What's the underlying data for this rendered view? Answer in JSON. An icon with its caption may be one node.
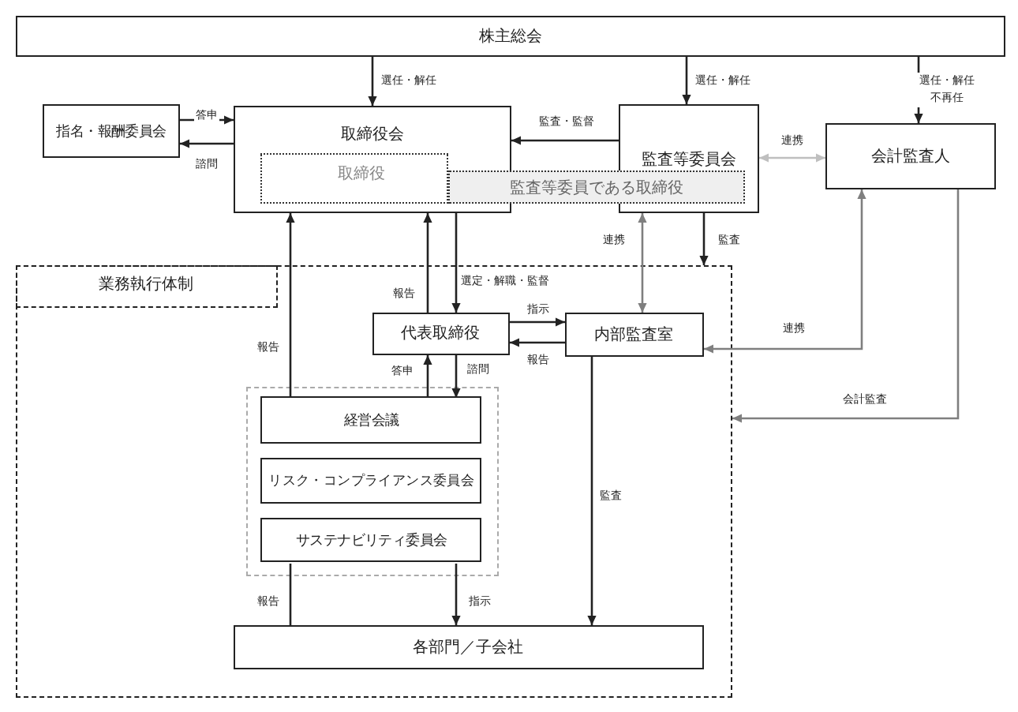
{
  "diagram": {
    "nodes": [
      {
        "text": [
          "株主総会"
        ]
      },
      {
        "text": [
          "指名・報酬委員会"
        ]
      },
      {
        "text": [
          "取締役会"
        ]
      },
      {
        "text": [
          "取締役"
        ],
        "in": 2
      },
      {
        "text": [
          "監査等委員会"
        ]
      },
      {
        "text": [
          "監査等委員である取締役"
        ]
      },
      {
        "text": [
          "会計監査人"
        ]
      },
      {
        "text": [
          "業務執行体制"
        ]
      },
      {
        "text": [
          "代表取締役"
        ],
        "in": 7
      },
      {
        "text": [
          "内部監査室"
        ],
        "in": 7
      },
      {
        "text": [],
        "shape": "box",
        "in": 7
      },
      {
        "text": [
          "経営会議"
        ],
        "in": 10
      },
      {
        "text": [
          "リスク・コンプライアンス委員会"
        ],
        "in": 10
      },
      {
        "text": [
          "サステナビリティ委員会"
        ],
        "in": 10
      },
      {
        "text": [
          "各部門／子会社"
        ],
        "in": 7
      }
    ],
    "edges": [
      {
        "from": 0,
        "to": 2,
        "arrow": "to",
        "label": "選任・解任"
      },
      {
        "from": 0,
        "to": 4,
        "arrow": "to",
        "label": "選任・解任"
      },
      {
        "from": 0,
        "to": 6,
        "arrow": "to",
        "label": "選任・解任不再任"
      },
      {
        "from": 1,
        "to": 2,
        "arrow": "to",
        "label": "答申"
      },
      {
        "from": 2,
        "to": 1,
        "arrow": "to",
        "label": "諮問"
      },
      {
        "from": 4,
        "to": 2,
        "arrow": "to",
        "label": "監査・監督"
      },
      {
        "from": 4,
        "to": 6,
        "arrow": "both",
        "label": "連携",
        "color": "#bfbfbf"
      },
      {
        "from": 4,
        "to": 7,
        "arrow": "to",
        "label": "監査"
      },
      {
        "from": 4,
        "to": 9,
        "arrow": "both",
        "label": "連携",
        "color": "#7f7f7f"
      },
      {
        "from": 6,
        "to": 9,
        "arrow": "both",
        "label": "連携",
        "color": "#7f7f7f"
      },
      {
        "from": 6,
        "to": 7,
        "arrow": "to",
        "label": "会計監査",
        "color": "#7f7f7f"
      },
      {
        "from": 8,
        "to": 2,
        "arrow": "to",
        "label": "報告"
      },
      {
        "from": 2,
        "to": 8,
        "arrow": "to",
        "label": "選定・解職・監督"
      },
      {
        "from": 11,
        "to": 2,
        "arrow": "to",
        "label": "報告"
      },
      {
        "from": 8,
        "to": 9,
        "arrow": "to",
        "label": "指示"
      },
      {
        "from": 9,
        "to": 8,
        "arrow": "to",
        "label": "報告"
      },
      {
        "from": 11,
        "to": 8,
        "arrow": "to",
        "label": "答申"
      },
      {
        "from": 8,
        "to": 11,
        "arrow": "to",
        "label": "諮問"
      },
      {
        "from": 13,
        "to": 14,
        "arrow": "none",
        "label": "報告"
      },
      {
        "from": 13,
        "to": 14,
        "arrow": "to",
        "label": "指示"
      },
      {
        "from": 9,
        "to": 14,
        "arrow": "to",
        "label": "監査"
      }
    ]
  }
}
